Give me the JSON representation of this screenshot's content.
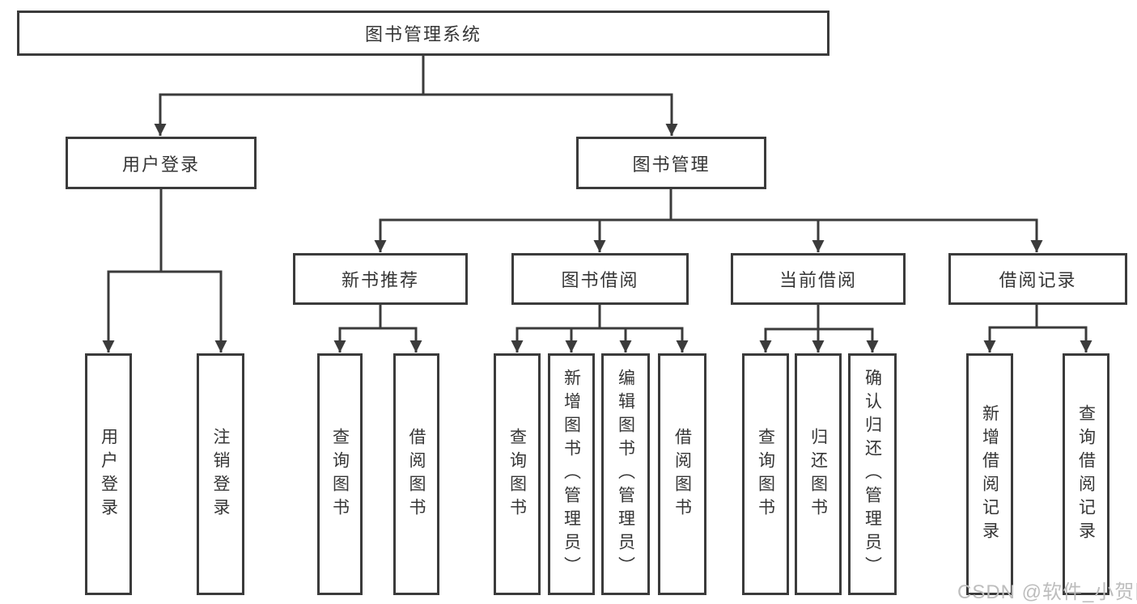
{
  "diagram": {
    "type": "feature-tree",
    "root_label": "图书管理系统",
    "children": [
      {
        "label": "用户登录",
        "children": [
          {
            "label": "用户登录"
          },
          {
            "label": "注销登录"
          }
        ]
      },
      {
        "label": "图书管理",
        "children": [
          {
            "label": "新书推荐",
            "children": [
              {
                "label": "查询图书"
              },
              {
                "label": "借阅图书"
              }
            ]
          },
          {
            "label": "图书借阅",
            "children": [
              {
                "label": "查询图书"
              },
              {
                "label": "新增图书（管理员）"
              },
              {
                "label": "编辑图书（管理员）"
              },
              {
                "label": "借阅图书"
              }
            ]
          },
          {
            "label": "当前借阅",
            "children": [
              {
                "label": "查询图书"
              },
              {
                "label": "归还图书"
              },
              {
                "label": "确认归还（管理员）"
              }
            ]
          },
          {
            "label": "借阅记录",
            "children": [
              {
                "label": "新增借阅记录"
              },
              {
                "label": "查询借阅记录"
              }
            ]
          }
        ]
      }
    ]
  },
  "watermark": {
    "text": "CSDN @软件_小贺同学",
    "color": "#bdbdbd"
  },
  "colors": {
    "line": "#3b3b3b",
    "box_border": "#3b3b3b",
    "text": "#363636",
    "background": "#ffffff"
  }
}
